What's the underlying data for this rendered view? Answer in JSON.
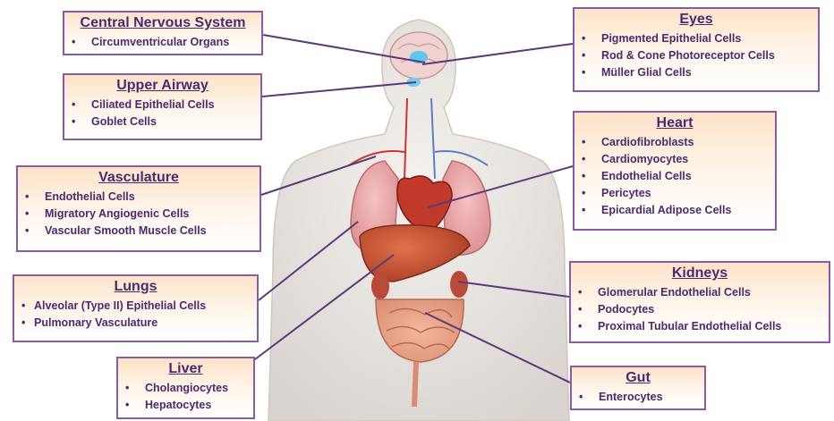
{
  "colors": {
    "box_border": "#8a5aa3",
    "text": "#4b2a6e",
    "box_fill_top": "#fde3c9",
    "leader_line": "#5a3a78"
  },
  "bullet": "•",
  "boxes": {
    "cns": {
      "title": "Central Nervous System",
      "items": [
        "Circumventricular Organs"
      ]
    },
    "airway": {
      "title": "Upper Airway",
      "items": [
        "Ciliated Epithelial Cells",
        "Goblet Cells"
      ]
    },
    "vasculature": {
      "title": "Vasculature",
      "items": [
        "Endothelial Cells",
        "Migratory Angiogenic Cells",
        "Vascular Smooth Muscle Cells"
      ]
    },
    "lungs": {
      "title": "Lungs",
      "items": [
        "Alveolar (Type II) Epithelial Cells",
        "Pulmonary Vasculature"
      ]
    },
    "liver": {
      "title": "Liver",
      "items": [
        "Cholangiocytes",
        "Hepatocytes"
      ]
    },
    "eyes": {
      "title": "Eyes",
      "items": [
        "Pigmented Epithelial Cells",
        "Rod & Cone Photoreceptor Cells",
        "Müller Glial Cells"
      ]
    },
    "heart": {
      "title": "Heart",
      "items": [
        "Cardiofibroblasts",
        "Cardiomyocytes",
        "Endothelial Cells",
        "Pericytes",
        "Epicardial Adipose Cells"
      ]
    },
    "kidneys": {
      "title": "Kidneys",
      "items": [
        "Glomerular Endothelial Cells",
        "Podocytes",
        "Proximal Tubular Endothelial Cells"
      ]
    },
    "gut": {
      "title": "Gut",
      "items": [
        "Enterocytes"
      ]
    }
  }
}
